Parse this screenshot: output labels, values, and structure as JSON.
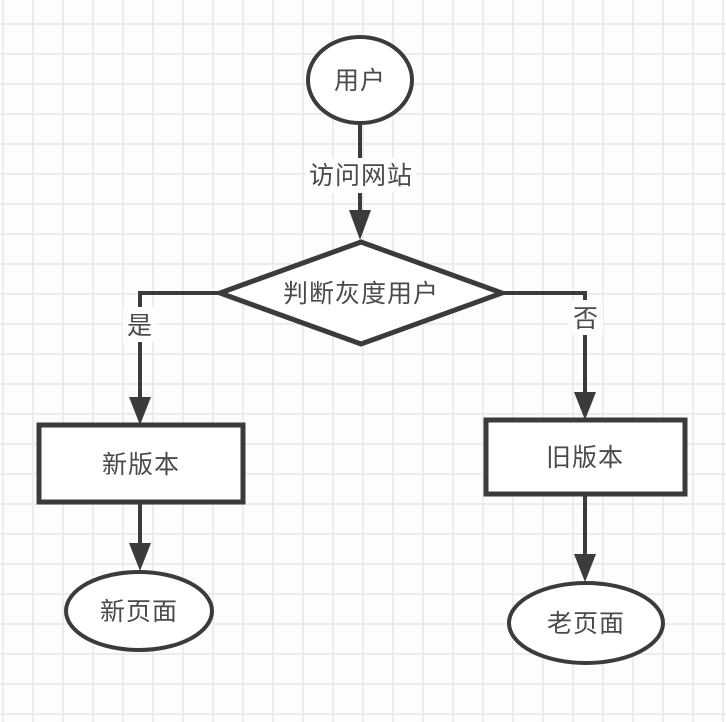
{
  "flowchart": {
    "nodes": {
      "start": {
        "type": "circle",
        "label": "用户"
      },
      "decision": {
        "type": "diamond",
        "label": "判断灰度用户"
      },
      "new_version": {
        "type": "rect",
        "label": "新版本"
      },
      "old_version": {
        "type": "rect",
        "label": "旧版本"
      },
      "new_page": {
        "type": "ellipse",
        "label": "新页面"
      },
      "old_page": {
        "type": "ellipse",
        "label": "老页面"
      }
    },
    "edge_labels": {
      "visit": "访问网站",
      "yes": "是",
      "no": "否"
    },
    "colors": {
      "background": "#fdfdfd",
      "grid_line": "#ececec",
      "stroke": "#3b3b3b",
      "text": "#4a4a4a",
      "node_fill": "#ffffff"
    }
  }
}
